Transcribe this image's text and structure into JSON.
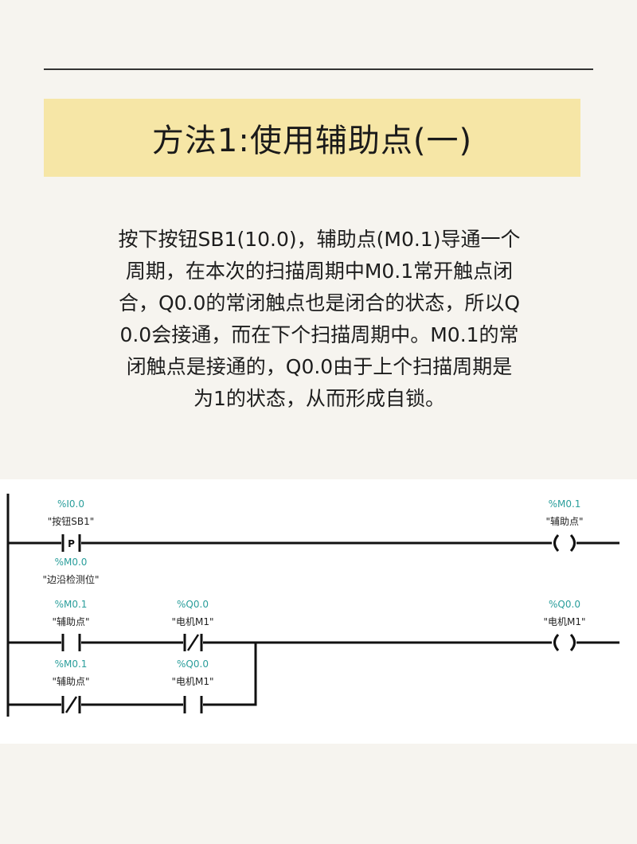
{
  "title": "方法1:使用辅助点(一)",
  "description": [
    "按下按钮SB1(10.0)，辅助点(M0.1)导通一个",
    "周期，在本次的扫描周期中M0.1常开触点闭",
    "合，Q0.0的常闭触点也是闭合的状态，所以Q",
    "0.0会接通，而在下个扫描周期中。M0.1的常",
    "闭触点是接通的，Q0.0由于上个扫描周期是",
    "为1的状态，从而形成自锁。"
  ],
  "ladder": {
    "rung1": {
      "contact": {
        "address": "%I0.0",
        "symbol": "\"按钮SB1\"",
        "type_mark": "P"
      },
      "edge_bit": {
        "address": "%M0.0",
        "symbol": "\"边沿检测位\""
      },
      "coil": {
        "address": "%M0.1",
        "symbol": "\"辅助点\""
      }
    },
    "rung2": {
      "contact1": {
        "address": "%M0.1",
        "symbol": "\"辅助点\""
      },
      "contact2": {
        "address": "%Q0.0",
        "symbol": "\"电机M1\""
      },
      "coil": {
        "address": "%Q0.0",
        "symbol": "\"电机M1\""
      }
    },
    "branch": {
      "contact1": {
        "address": "%M0.1",
        "symbol": "\"辅助点\""
      },
      "contact2": {
        "address": "%Q0.0",
        "symbol": "\"电机M1\""
      }
    }
  }
}
